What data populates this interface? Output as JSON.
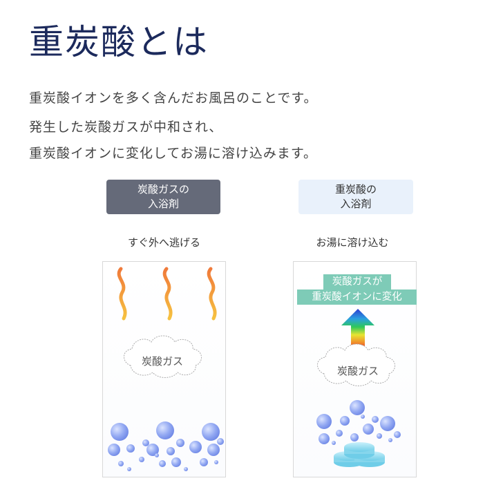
{
  "title": "重炭酸とは",
  "description": {
    "line1": "重炭酸イオンを多く含んだお風呂のことです。",
    "line2": "発生した炭酸ガスが中和され、",
    "line3": "重炭酸イオンに変化してお湯に溶け込みます。"
  },
  "left": {
    "label_line1": "炭酸ガスの",
    "label_line2": "入浴剤",
    "caption": "すぐ外へ逃げる",
    "cloud": "炭酸ガス"
  },
  "right": {
    "label_line1": "重炭酸の",
    "label_line2": "入浴剤",
    "caption": "お湯に溶け込む",
    "change_line1": "炭酸ガスが",
    "change_line2": "重炭酸イオンに変化",
    "cloud": "炭酸ガス"
  },
  "colors": {
    "title": "#1c2a5c",
    "left_label_bg": "#656a79",
    "right_label_bg": "#e9f1fb",
    "change_label_bg": "#7ecbb7",
    "bubble": "#8ea4f0",
    "tablet": "#86d6ec"
  }
}
